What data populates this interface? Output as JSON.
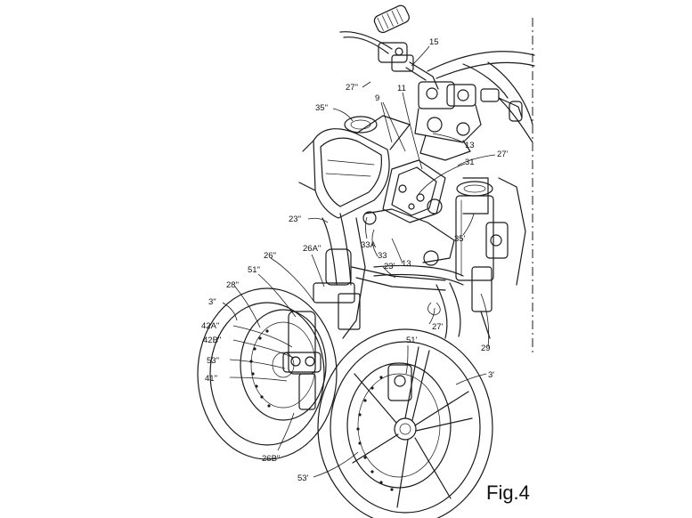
{
  "figure_title": "Fig.4",
  "labels": {
    "l15": "15",
    "l27pp_top": "27\"",
    "l9": "9",
    "l11": "11",
    "l35pp": "35\"",
    "l13_top": "13",
    "l31": "31",
    "l27p_right": "27'",
    "l23pp": "23\"",
    "l26App": "26A\"",
    "l33A": "33A",
    "l35p": "35'",
    "l26pp": "26\"",
    "l33": "33",
    "l13_mid": "13",
    "l23p": "23'",
    "l51pp": "51\"",
    "l28pp": "28\"",
    "l3pp": "3\"",
    "l27p_mid": "27'",
    "l42App": "42A\"",
    "l29": "29",
    "l42Bpp": "42B\"",
    "l51p": "51'",
    "l53pp": "53\"",
    "l3p": "3'",
    "l41pp": "41\"",
    "l26Bpp": "26B\"",
    "l53p": "53'"
  }
}
